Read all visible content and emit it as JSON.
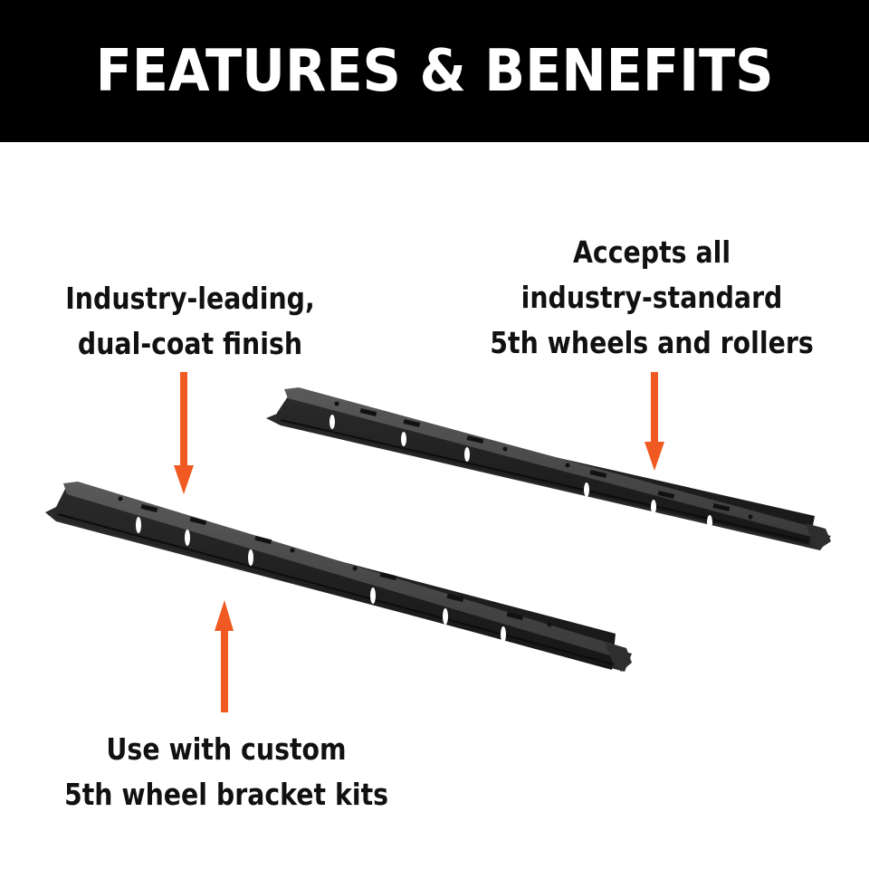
{
  "header": {
    "title": "FEATURES & BENEFITS",
    "background": "#000000",
    "text_color": "#ffffff"
  },
  "callouts": {
    "finish": {
      "lines": [
        "Industry-leading,",
        "dual-coat finish"
      ],
      "arrow_direction": "down"
    },
    "accepts": {
      "lines": [
        "Accepts all",
        "industry-standard",
        "5th wheels and rollers"
      ],
      "arrow_direction": "down"
    },
    "custom": {
      "lines": [
        "Use with custom",
        "5th wheel bracket kits"
      ],
      "arrow_direction": "up"
    }
  },
  "colors": {
    "arrow": "#f05a22",
    "rail_dark": "#1e1e1e",
    "rail_top": "#3c3c3c",
    "rail_highlight": "#5a5a5a",
    "text": "#111111"
  },
  "product": {
    "name": "5th wheel base rails",
    "count": 2
  }
}
